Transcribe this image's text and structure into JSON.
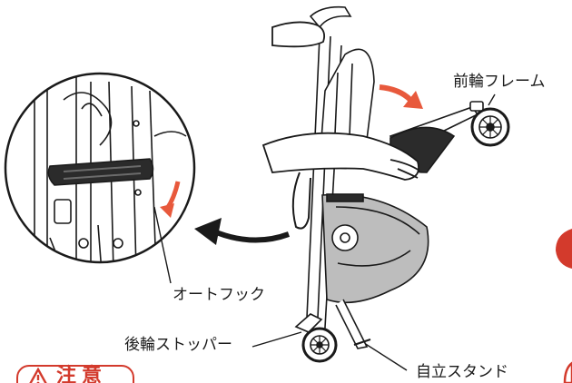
{
  "labels": {
    "front_wheel_frame": "前輪フレーム",
    "auto_hook": "オートフック",
    "rear_wheel_stopper": "後輪ストッパー",
    "self_stand": "自立スタンド"
  },
  "caution": {
    "text": "注意"
  },
  "colors": {
    "line": "#1a1a1a",
    "accent_arrow": "#e8593c",
    "caution_red": "#d33a2c",
    "fill_light": "#ffffff",
    "fill_gray": "#bdbdbd",
    "fill_dark": "#2b2b2b"
  }
}
